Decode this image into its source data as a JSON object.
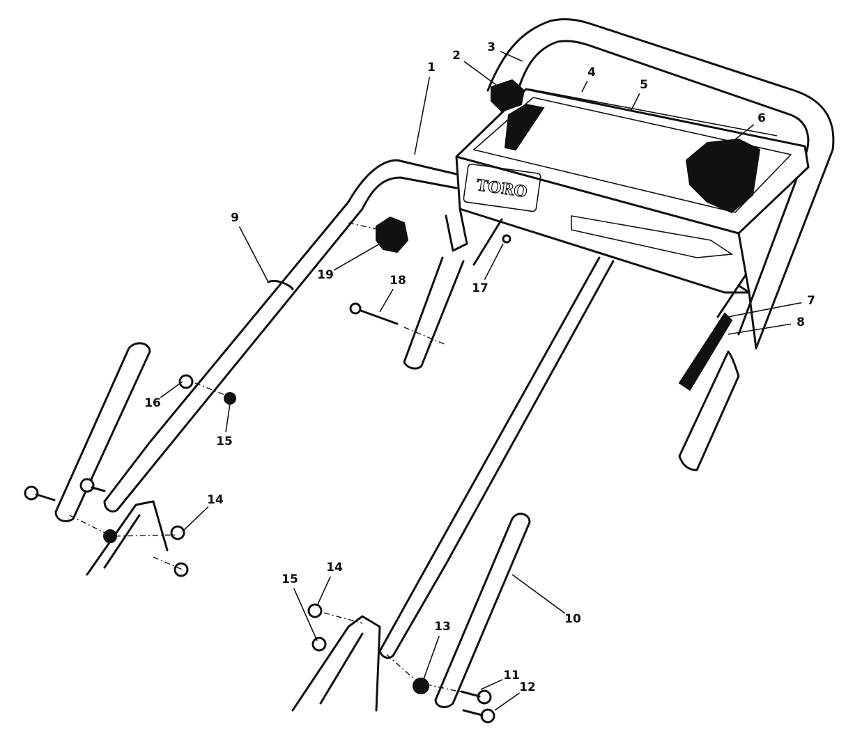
{
  "diagram": {
    "type": "exploded-parts-diagram",
    "logo_text": "TORO",
    "callouts": [
      {
        "label": "1"
      },
      {
        "label": "2"
      },
      {
        "label": "3"
      },
      {
        "label": "4"
      },
      {
        "label": "5"
      },
      {
        "label": "6"
      },
      {
        "label": "7"
      },
      {
        "label": "8"
      },
      {
        "label": "9"
      },
      {
        "label": "10"
      },
      {
        "label": "11"
      },
      {
        "label": "12"
      },
      {
        "label": "13"
      },
      {
        "label": "14"
      },
      {
        "label": "14"
      },
      {
        "label": "15"
      },
      {
        "label": "15"
      },
      {
        "label": "16"
      },
      {
        "label": "17"
      },
      {
        "label": "18"
      },
      {
        "label": "19"
      }
    ]
  }
}
